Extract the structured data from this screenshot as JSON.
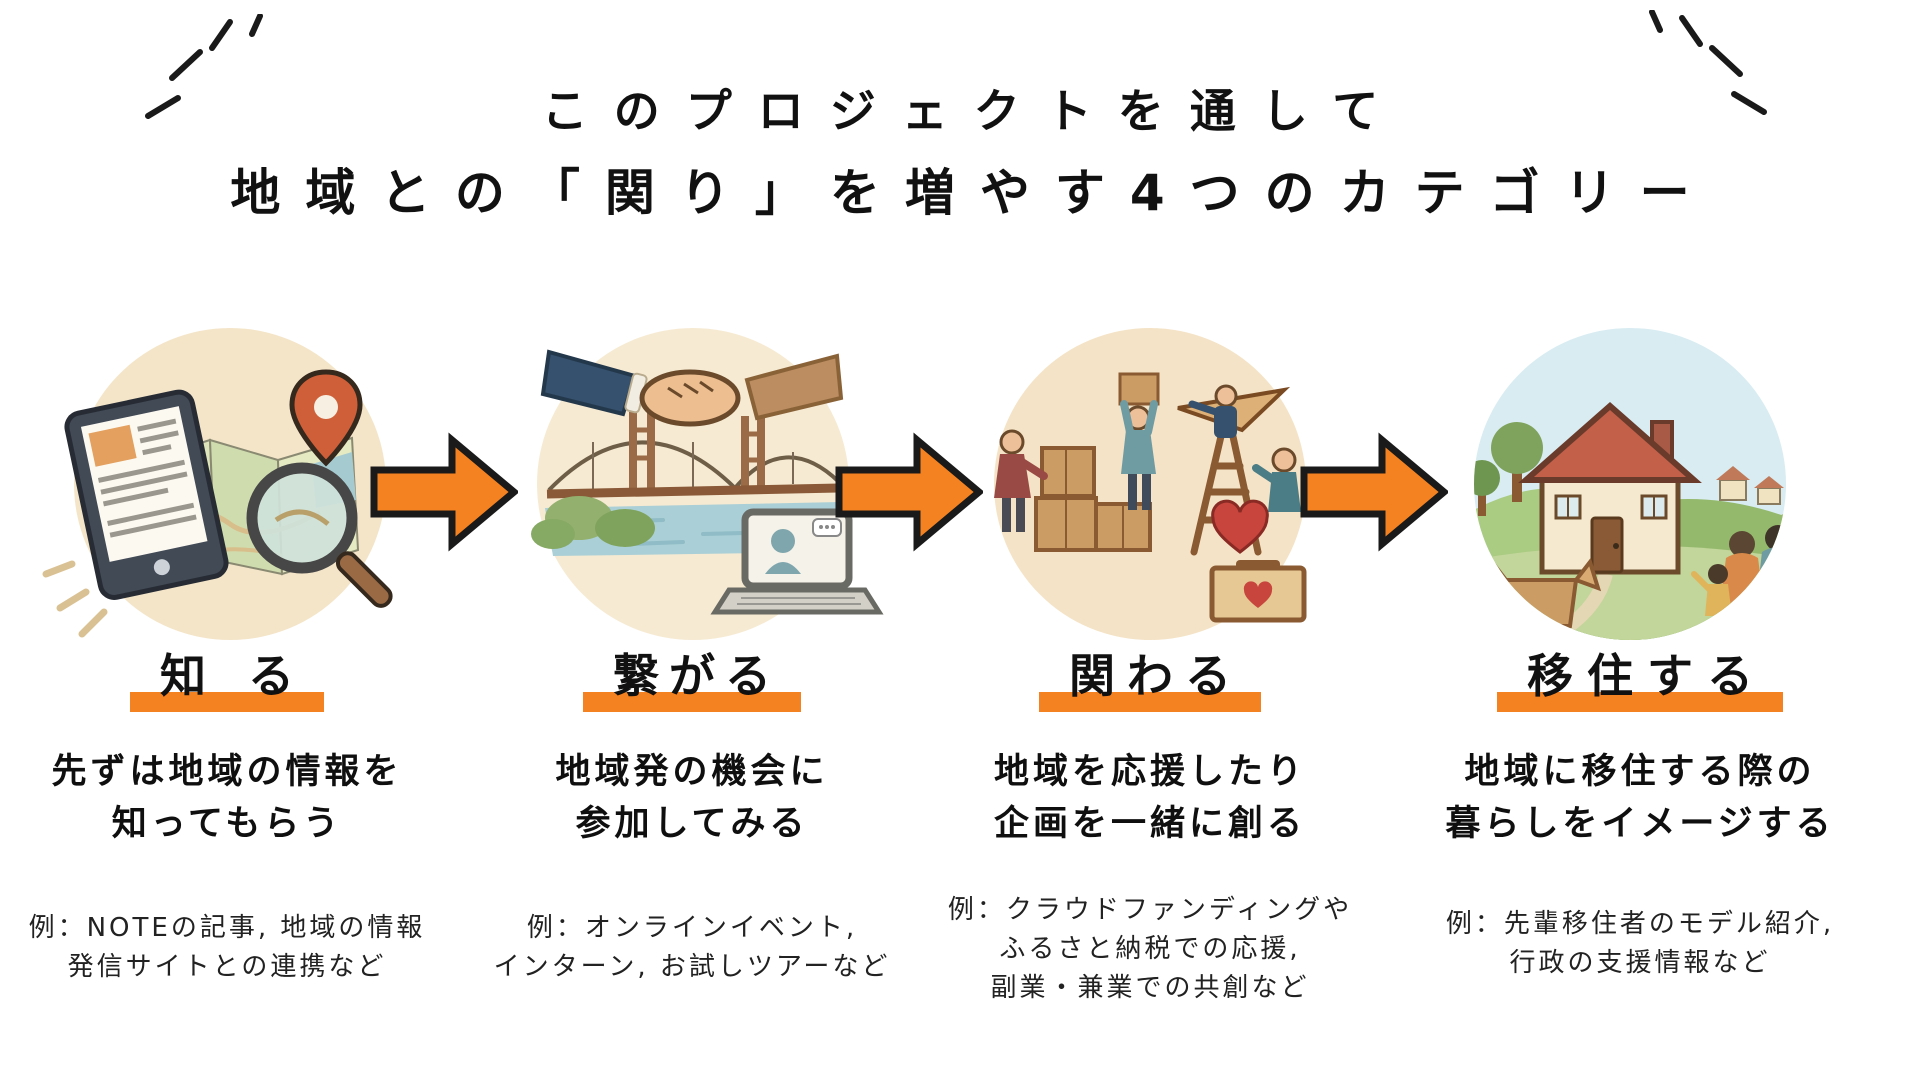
{
  "title": {
    "line1": "このプロジェクトを通して",
    "line2": "地域との「関り」を増やす4つのカテゴリー"
  },
  "colors": {
    "accent_orange": "#F58220",
    "title_text": "#111111",
    "example_text": "#222222",
    "illustration_circle_cream": "#f4e5c9"
  },
  "icons": {
    "burst": "burst-rays-icon",
    "flow_arrow": "right-arrow-icon"
  },
  "categories": [
    {
      "label": "知る",
      "description_lines": [
        "先ずは地域の情報を",
        "知ってもらう"
      ],
      "example_lines": [
        "例：NOTEの記事, 地域の情報",
        "発信サイトとの連携など",
        ""
      ],
      "illustration_icon": "tablet-map-magnifier-pin-illustration"
    },
    {
      "label": "繋がる",
      "description_lines": [
        "地域発の機会に",
        "参加してみる"
      ],
      "example_lines": [
        "例：オンラインイベント,",
        "インターン, お試しツアーなど",
        ""
      ],
      "illustration_icon": "handshake-bridge-video-call-illustration"
    },
    {
      "label": "関わる",
      "description_lines": [
        "地域を応援したり",
        "企画を一緒に創る"
      ],
      "example_lines": [
        "例：クラウドファンディングや",
        "ふるさと納税での応援,",
        "副業・兼業での共創など"
      ],
      "illustration_icon": "people-building-donation-heart-illustration"
    },
    {
      "label": "移住する",
      "description_lines": [
        "地域に移住する際の",
        "暮らしをイメージする"
      ],
      "example_lines": [
        "例：先輩移住者のモデル紹介,",
        "行政の支援情報など",
        ""
      ],
      "illustration_icon": "house-family-village-illustration"
    }
  ]
}
